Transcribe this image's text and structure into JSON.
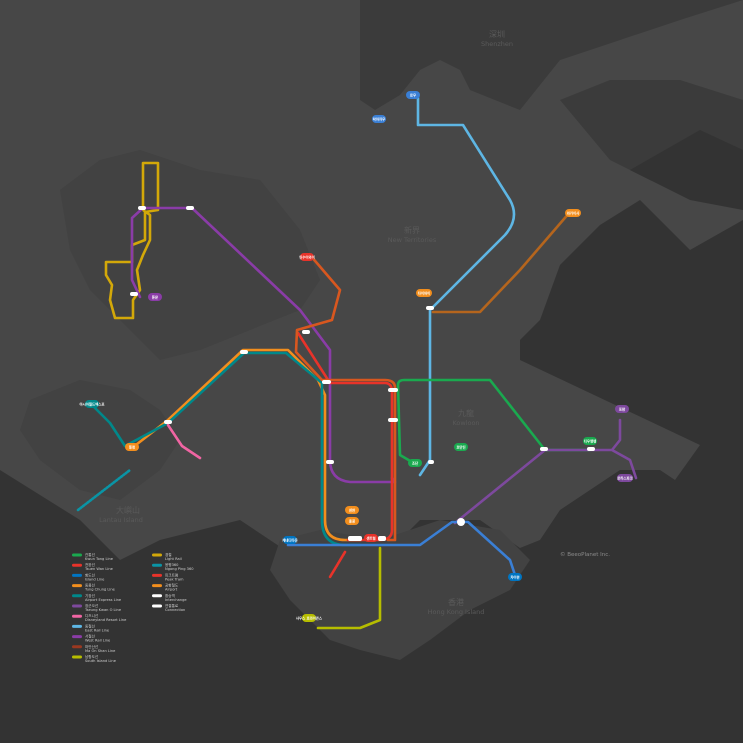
{
  "regions": {
    "shenzhen": {
      "ko": "深圳",
      "en": "Shenzhen"
    },
    "new_territories": {
      "ko": "新界",
      "en": "New Territories"
    },
    "kowloon": {
      "ko": "九龍",
      "en": "Kowloon"
    },
    "lantau": {
      "ko": "大嶼山",
      "en": "Lantau Island"
    },
    "hong_kong_island": {
      "ko": "香港",
      "en": "Hong Kong Island"
    }
  },
  "colors": {
    "background": "#333333",
    "land": "#474747",
    "kwun_tong": "#1aa94f",
    "tsuen_wan": "#e8332a",
    "island": "#0075c2",
    "south_island": "#b6bd00",
    "tung_chung": "#f28e1d",
    "tseung_kwan_o": "#7d499d",
    "disneyland": "#f065a3",
    "airport_express": "#00888a",
    "east_rail": "#5eb6e4",
    "west_rail": "#8a3ca7",
    "ma_on_shan": "#9a3820",
    "tuen_ma": "#9a3820",
    "light_rail": "#d3a809",
    "ngong_ping": "#0a94a5"
  },
  "terminals": [
    {
      "label": "로우",
      "color": "#3a7fd5"
    },
    {
      "label": "락마차우",
      "color": "#3a7fd5"
    },
    {
      "label": "툰문",
      "color": "#8a3ca7"
    },
    {
      "label": "와카이사",
      "color": "#f28e1d"
    },
    {
      "label": "타이와이",
      "color": "#f28e1d"
    },
    {
      "label": "틴수이와이",
      "color": "#8a3ca7"
    },
    {
      "label": "센완",
      "color": "#e8332a"
    },
    {
      "label": "아시아월드엑스포",
      "color": "#00888a"
    },
    {
      "label": "퉁청",
      "color": "#f28e1d"
    },
    {
      "label": "호만틴",
      "color": "#1aa94f"
    },
    {
      "label": "조단",
      "color": "#1aa94f"
    },
    {
      "label": "티우깽렝",
      "color": "#1aa94f"
    },
    {
      "label": "포람",
      "color": "#7d499d"
    },
    {
      "label": "로하스파크",
      "color": "#7d499d"
    },
    {
      "label": "케네디타운",
      "color": "#0075c2"
    },
    {
      "label": "홍콩",
      "color": "#f28e1d"
    },
    {
      "label": "센트럴",
      "color": "#e8332a"
    },
    {
      "label": "차이완",
      "color": "#0075c2"
    },
    {
      "label": "사우스 호라이즌스",
      "color": "#b6bd00"
    }
  ],
  "legend": [
    {
      "ko": "관통선",
      "en": "Kwun Tong Line",
      "color": "#1aa94f"
    },
    {
      "ko": "전완선",
      "en": "Tsuen Wan Line",
      "color": "#e8332a"
    },
    {
      "ko": "항도선",
      "en": "Island Line",
      "color": "#0075c2"
    },
    {
      "ko": "동용선",
      "en": "Tung Chung Line",
      "color": "#f28e1d"
    },
    {
      "ko": "기장선",
      "en": "Airport Express Line",
      "color": "#00888a"
    },
    {
      "ko": "장군오선",
      "en": "Tseung Kwan O Line",
      "color": "#7d499d"
    },
    {
      "ko": "디즈니선",
      "en": "Disneyland Resort Line",
      "color": "#f065a3"
    },
    {
      "ko": "동철선",
      "en": "East Rail Line",
      "color": "#5eb6e4"
    },
    {
      "ko": "서철선",
      "en": "West Rail Line",
      "color": "#8a3ca7"
    },
    {
      "ko": "마안산선",
      "en": "Ma On Shan Line",
      "color": "#9a3820"
    },
    {
      "ko": "남항도선",
      "en": "South Island Line",
      "color": "#b6bd00"
    },
    {
      "ko": "경철",
      "en": "Light Rail",
      "color": "#d3a809"
    },
    {
      "ko": "옹평360",
      "en": "Ngong Ping 360",
      "color": "#0a94a5"
    },
    {
      "ko": "피크트램",
      "en": "Peak Tram",
      "color": "#e8332a"
    },
    {
      "ko": "공항철도",
      "en": "Airport",
      "color": "#f28e1d"
    },
    {
      "ko": "환승역",
      "en": "Interchange",
      "color": "#ffffff"
    },
    {
      "ko": "연결통로",
      "en": "Connection",
      "color": "#ffffff"
    }
  ],
  "copyright": "© BeeoPlanet Inc."
}
